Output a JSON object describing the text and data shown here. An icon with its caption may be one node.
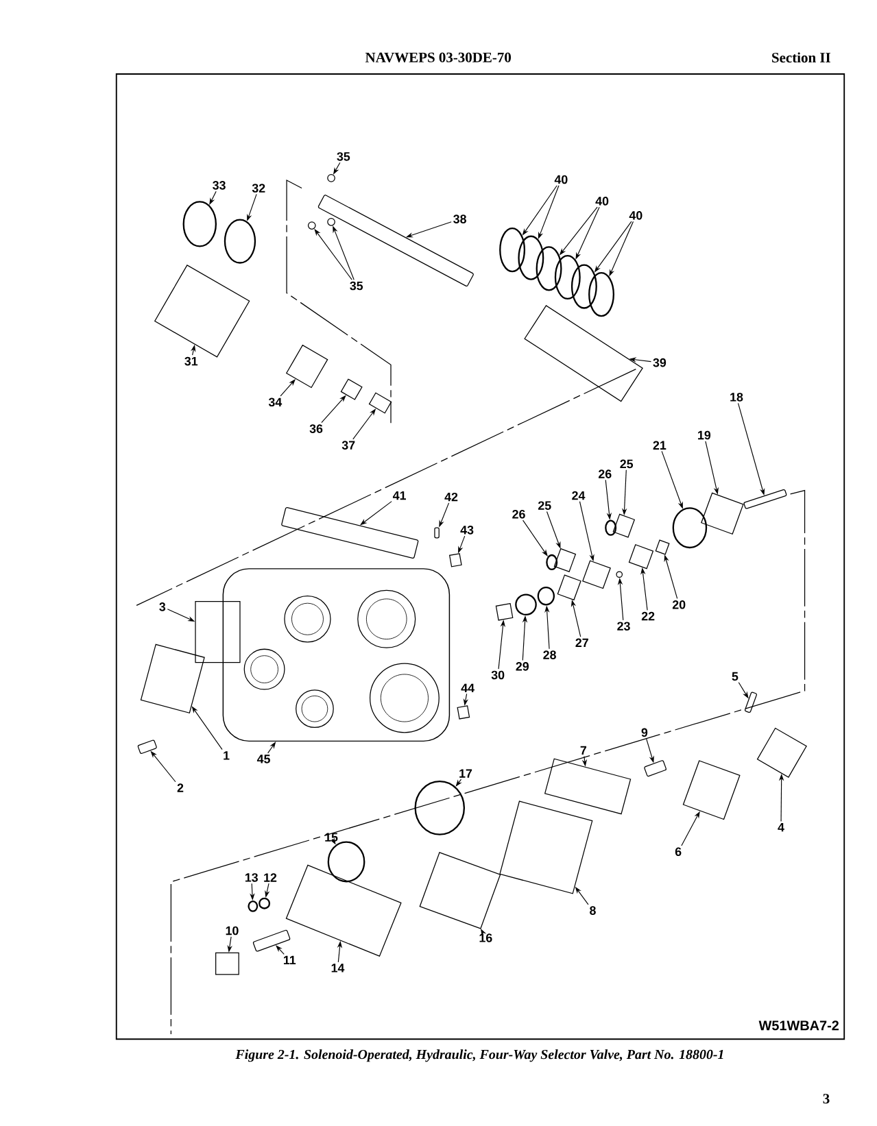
{
  "diagram": {
    "caption": "Figure 2-1. Solenoid-Operated, Hydraulic, Four-Way Selector Valve, Part No. 18800-1",
    "nodes": [
      {
        "text": [
          "35"
        ]
      },
      {
        "text": [],
        "shape": "circle"
      },
      {
        "text": [
          "33"
        ]
      },
      {
        "text": [],
        "shape": "circle"
      },
      {
        "text": [
          "32"
        ]
      },
      {
        "text": [],
        "shape": "circle"
      },
      {
        "text": [
          "38"
        ]
      },
      {
        "text": [],
        "shape": "bar"
      },
      {
        "text": [
          "35"
        ]
      },
      {
        "text": [],
        "shape": "circle"
      },
      {
        "text": [],
        "shape": "circle"
      },
      {
        "text": [
          "40"
        ]
      },
      {
        "text": [],
        "shape": "circle"
      },
      {
        "text": [],
        "shape": "circle"
      },
      {
        "text": [
          "40"
        ]
      },
      {
        "text": [],
        "shape": "circle"
      },
      {
        "text": [],
        "shape": "circle"
      },
      {
        "text": [
          "40"
        ]
      },
      {
        "text": [],
        "shape": "circle"
      },
      {
        "text": [],
        "shape": "circle"
      },
      {
        "text": [
          "39"
        ]
      },
      {
        "text": [],
        "shape": "cylinder"
      },
      {
        "text": [
          "31"
        ]
      },
      {
        "text": [],
        "shape": "cylinder"
      },
      {
        "text": [
          "34"
        ]
      },
      {
        "text": [],
        "shape": "cylinder"
      },
      {
        "text": [
          "36"
        ]
      },
      {
        "text": [],
        "shape": "cylinder"
      },
      {
        "text": [
          "37"
        ]
      },
      {
        "text": [],
        "shape": "cylinder"
      },
      {
        "text": [
          "41"
        ]
      },
      {
        "text": [],
        "shape": "bar"
      },
      {
        "text": [
          "42"
        ]
      },
      {
        "text": [],
        "shape": "bar"
      },
      {
        "text": [
          "43"
        ]
      },
      {
        "text": [],
        "shape": "box"
      },
      {
        "text": [
          "3"
        ]
      },
      {
        "text": [],
        "shape": "box"
      },
      {
        "text": [
          "1"
        ]
      },
      {
        "text": [],
        "shape": "cylinder"
      },
      {
        "text": [
          "2"
        ]
      },
      {
        "text": [],
        "shape": "bar"
      },
      {
        "text": [
          "45"
        ]
      },
      {
        "text": [],
        "shape": "picture"
      },
      {
        "text": [
          "44"
        ]
      },
      {
        "text": [],
        "shape": "box"
      },
      {
        "text": [
          "26"
        ]
      },
      {
        "text": [],
        "shape": "circle"
      },
      {
        "text": [
          "25"
        ]
      },
      {
        "text": [],
        "shape": "cylinder"
      },
      {
        "text": [
          "24"
        ]
      },
      {
        "text": [],
        "shape": "cylinder"
      },
      {
        "text": [
          "26"
        ]
      },
      {
        "text": [],
        "shape": "circle"
      },
      {
        "text": [
          "25"
        ]
      },
      {
        "text": [],
        "shape": "cylinder"
      },
      {
        "text": [
          "21"
        ]
      },
      {
        "text": [],
        "shape": "circle"
      },
      {
        "text": [
          "19"
        ]
      },
      {
        "text": [],
        "shape": "cylinder"
      },
      {
        "text": [
          "18"
        ]
      },
      {
        "text": [],
        "shape": "bar"
      },
      {
        "text": [
          "30"
        ]
      },
      {
        "text": [],
        "shape": "box"
      },
      {
        "text": [
          "29"
        ]
      },
      {
        "text": [],
        "shape": "circle"
      },
      {
        "text": [
          "28"
        ]
      },
      {
        "text": [],
        "shape": "circle"
      },
      {
        "text": [
          "27"
        ]
      },
      {
        "text": [],
        "shape": "cylinder"
      },
      {
        "text": [
          "23"
        ]
      },
      {
        "text": [],
        "shape": "circle"
      },
      {
        "text": [
          "22"
        ]
      },
      {
        "text": [],
        "shape": "cylinder"
      },
      {
        "text": [
          "20"
        ]
      },
      {
        "text": [],
        "shape": "box"
      },
      {
        "text": [
          "5"
        ]
      },
      {
        "text": [],
        "shape": "bar"
      },
      {
        "text": [
          "4"
        ]
      },
      {
        "text": [],
        "shape": "cylinder"
      },
      {
        "text": [
          "9"
        ]
      },
      {
        "text": [],
        "shape": "bar"
      },
      {
        "text": [
          "7"
        ]
      },
      {
        "text": [],
        "shape": "box"
      },
      {
        "text": [
          "6"
        ]
      },
      {
        "text": [],
        "shape": "cylinder"
      },
      {
        "text": [
          "8"
        ]
      },
      {
        "text": [],
        "shape": "box"
      },
      {
        "text": [
          "17"
        ]
      },
      {
        "text": [],
        "shape": "circle"
      },
      {
        "text": [
          "15"
        ]
      },
      {
        "text": [],
        "shape": "circle"
      },
      {
        "text": [
          "16"
        ]
      },
      {
        "text": [],
        "shape": "cylinder"
      },
      {
        "text": [
          "14"
        ]
      },
      {
        "text": [],
        "shape": "cylinder"
      },
      {
        "text": [
          "13"
        ]
      },
      {
        "text": [],
        "shape": "circle"
      },
      {
        "text": [
          "12"
        ]
      },
      {
        "text": [],
        "shape": "circle"
      },
      {
        "text": [
          "10"
        ]
      },
      {
        "text": [],
        "shape": "cylinder"
      },
      {
        "text": [
          "11"
        ]
      },
      {
        "text": [],
        "shape": "bar"
      }
    ],
    "edges": [
      {
        "from": 0,
        "to": 1,
        "arrow": "to"
      },
      {
        "from": 2,
        "to": 3,
        "arrow": "to"
      },
      {
        "from": 4,
        "to": 5,
        "arrow": "to"
      },
      {
        "from": 6,
        "to": 7,
        "arrow": "to"
      },
      {
        "from": 8,
        "to": 9,
        "arrow": "to"
      },
      {
        "from": 8,
        "to": 10,
        "arrow": "to"
      },
      {
        "from": 11,
        "to": 12,
        "arrow": "to"
      },
      {
        "from": 11,
        "to": 13,
        "arrow": "to"
      },
      {
        "from": 14,
        "to": 15,
        "arrow": "to"
      },
      {
        "from": 14,
        "to": 16,
        "arrow": "to"
      },
      {
        "from": 17,
        "to": 18,
        "arrow": "to"
      },
      {
        "from": 17,
        "to": 19,
        "arrow": "to"
      },
      {
        "from": 20,
        "to": 21,
        "arrow": "to"
      },
      {
        "from": 22,
        "to": 23,
        "arrow": "to"
      },
      {
        "from": 24,
        "to": 25,
        "arrow": "to"
      },
      {
        "from": 26,
        "to": 27,
        "arrow": "to"
      },
      {
        "from": 28,
        "to": 29,
        "arrow": "to"
      },
      {
        "from": 30,
        "to": 31,
        "arrow": "to"
      },
      {
        "from": 32,
        "to": 33,
        "arrow": "to"
      },
      {
        "from": 34,
        "to": 35,
        "arrow": "to"
      },
      {
        "from": 36,
        "to": 37,
        "arrow": "to"
      },
      {
        "from": 38,
        "to": 39,
        "arrow": "to"
      },
      {
        "from": 40,
        "to": 41,
        "arrow": "to"
      },
      {
        "from": 42,
        "to": 43,
        "arrow": "to"
      },
      {
        "from": 44,
        "to": 45,
        "arrow": "to"
      },
      {
        "from": 46,
        "to": 47,
        "arrow": "to"
      },
      {
        "from": 48,
        "to": 49,
        "arrow": "to"
      },
      {
        "from": 50,
        "to": 51,
        "arrow": "to"
      },
      {
        "from": 52,
        "to": 53,
        "arrow": "to"
      },
      {
        "from": 54,
        "to": 55,
        "arrow": "to"
      },
      {
        "from": 56,
        "to": 57,
        "arrow": "to"
      },
      {
        "from": 58,
        "to": 59,
        "arrow": "to"
      },
      {
        "from": 60,
        "to": 61,
        "arrow": "to"
      },
      {
        "from": 62,
        "to": 63,
        "arrow": "to"
      },
      {
        "from": 64,
        "to": 65,
        "arrow": "to"
      },
      {
        "from": 66,
        "to": 67,
        "arrow": "to"
      },
      {
        "from": 68,
        "to": 69,
        "arrow": "to"
      },
      {
        "from": 70,
        "to": 71,
        "arrow": "to"
      },
      {
        "from": 72,
        "to": 73,
        "arrow": "to"
      },
      {
        "from": 74,
        "to": 75,
        "arrow": "to"
      },
      {
        "from": 76,
        "to": 77,
        "arrow": "to"
      },
      {
        "from": 78,
        "to": 79,
        "arrow": "to"
      },
      {
        "from": 80,
        "to": 81,
        "arrow": "to"
      },
      {
        "from": 82,
        "to": 83,
        "arrow": "to"
      },
      {
        "from": 84,
        "to": 85,
        "arrow": "to"
      },
      {
        "from": 86,
        "to": 87,
        "arrow": "to"
      },
      {
        "from": 88,
        "to": 89,
        "arrow": "to"
      },
      {
        "from": 90,
        "to": 91,
        "arrow": "to"
      },
      {
        "from": 92,
        "to": 93,
        "arrow": "to"
      },
      {
        "from": 94,
        "to": 95,
        "arrow": "to"
      },
      {
        "from": 96,
        "to": 97,
        "arrow": "to"
      },
      {
        "from": 98,
        "to": 99,
        "arrow": "to"
      },
      {
        "from": 100,
        "to": 101,
        "arrow": "to"
      },
      {
        "from": 102,
        "to": 103,
        "arrow": "to"
      }
    ],
    "labels": [
      "NAVWEPS 03-30DE-70",
      "Section II",
      "W51WBA7-2",
      "3"
    ]
  }
}
